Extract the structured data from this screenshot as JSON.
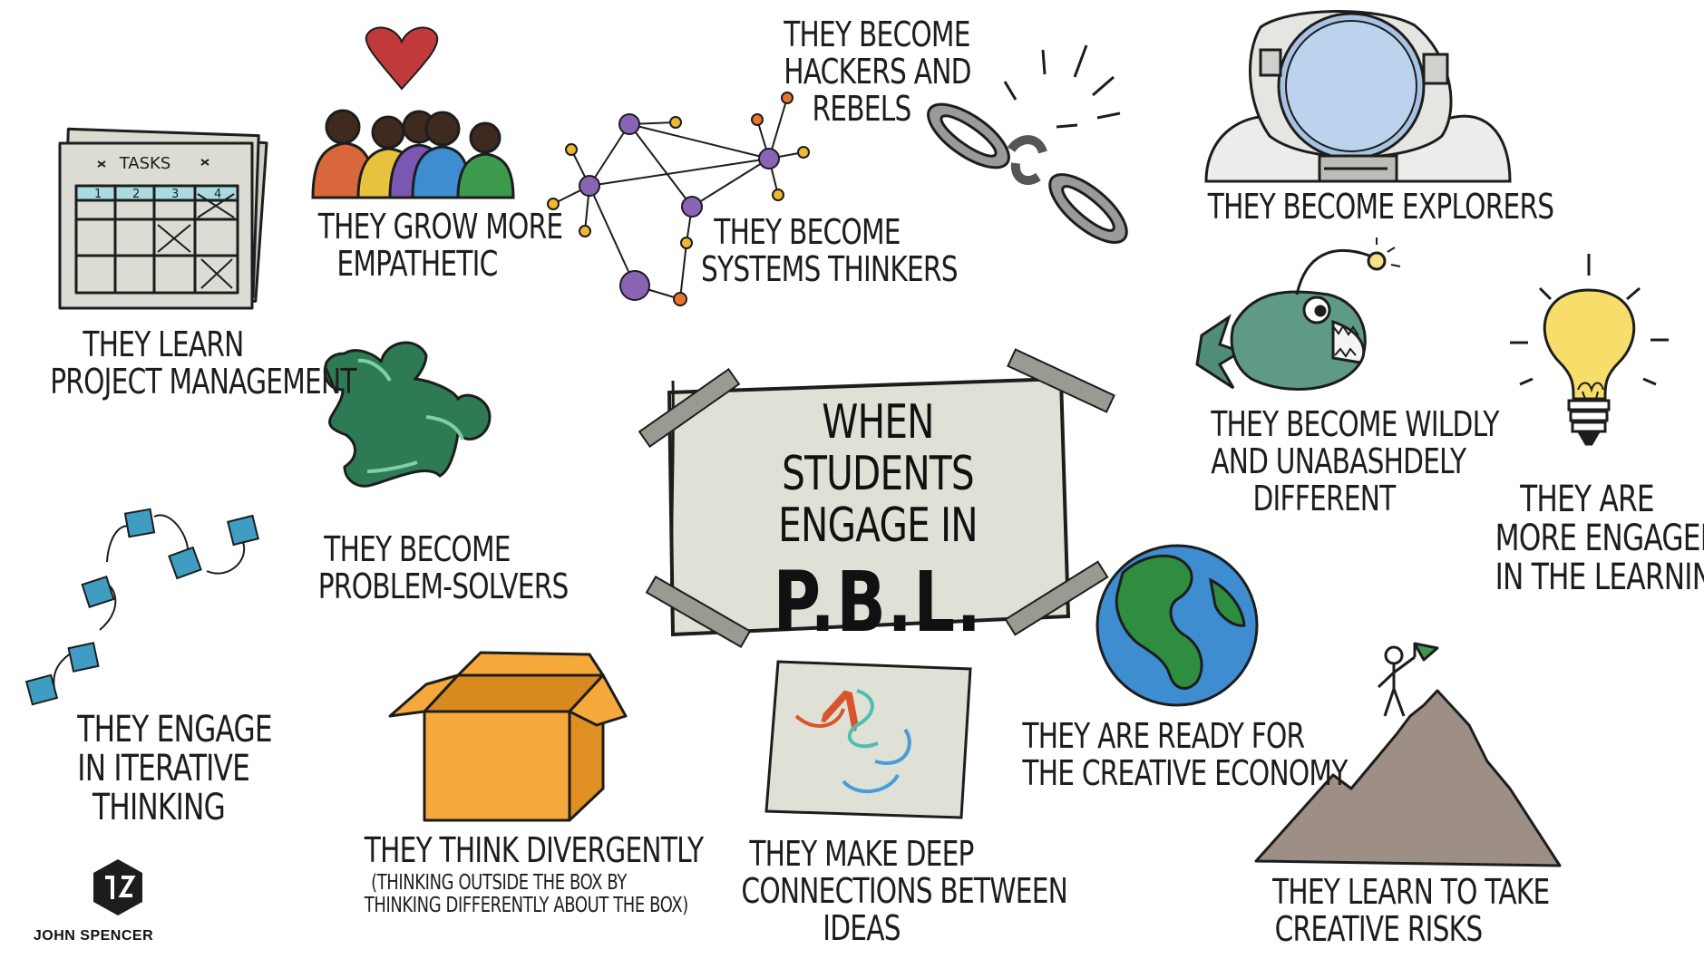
{
  "center": {
    "line1": "WHEN STUDENTS",
    "line2": "ENGAGE IN",
    "line3": "P.B.L."
  },
  "outcomes": {
    "project_management": [
      "THEY LEARN",
      "PROJECT MANAGEMENT"
    ],
    "empathetic": [
      "THEY GROW MORE",
      "EMPATHETIC"
    ],
    "hackers": [
      "THEY BECOME",
      "HACKERS AND",
      "REBELS"
    ],
    "systems": [
      "THEY BECOME",
      "SYSTEMS THINKERS"
    ],
    "explorers": [
      "THEY BECOME EXPLORERS"
    ],
    "different": [
      "THEY BECOME WILDLY",
      "AND UNABASHDELY",
      "DIFFERENT"
    ],
    "engaged": [
      "THEY ARE",
      "MORE ENGAGED",
      "IN THE LEARNING"
    ],
    "problem_solvers": [
      "THEY BECOME",
      "PROBLEM-SOLVERS"
    ],
    "iterative": [
      "THEY ENGAGE",
      "IN ITERATIVE",
      "THINKING"
    ],
    "divergent": [
      "THEY THINK DIVERGENTLY"
    ],
    "divergent_note": [
      "(THINKING OUTSIDE THE BOX BY",
      "THINKING DIFFERENTLY ABOUT THE BOX)"
    ],
    "connections": [
      "THEY MAKE DEEP",
      "CONNECTIONS BETWEEN",
      "IDEAS"
    ],
    "creative_economy": [
      "THEY ARE READY FOR",
      "THE CREATIVE ECONOMY"
    ],
    "risks": [
      "THEY LEARN TO TAKE",
      "CREATIVE RISKS"
    ]
  },
  "tasks_board": {
    "title": "TASKS",
    "columns": [
      "1",
      "2",
      "3",
      "4"
    ]
  },
  "brand": {
    "name": "JOHN SPENCER"
  },
  "colors": {
    "ink": "#1d1d1d",
    "paper": "#dfe1d6",
    "heart": "#c0393b",
    "puzzle": "#2e7a55",
    "box": "#f5a93a",
    "globe_ocean": "#3d8dd0",
    "globe_land": "#2f8d3f",
    "bulb": "#f7de6b",
    "fish": "#5f9a86",
    "note": "#3f9dc4",
    "node": "#8a64b4",
    "dot": "#f0b731",
    "mountain": "#9e8f86",
    "visor": "#a8c3e2"
  }
}
